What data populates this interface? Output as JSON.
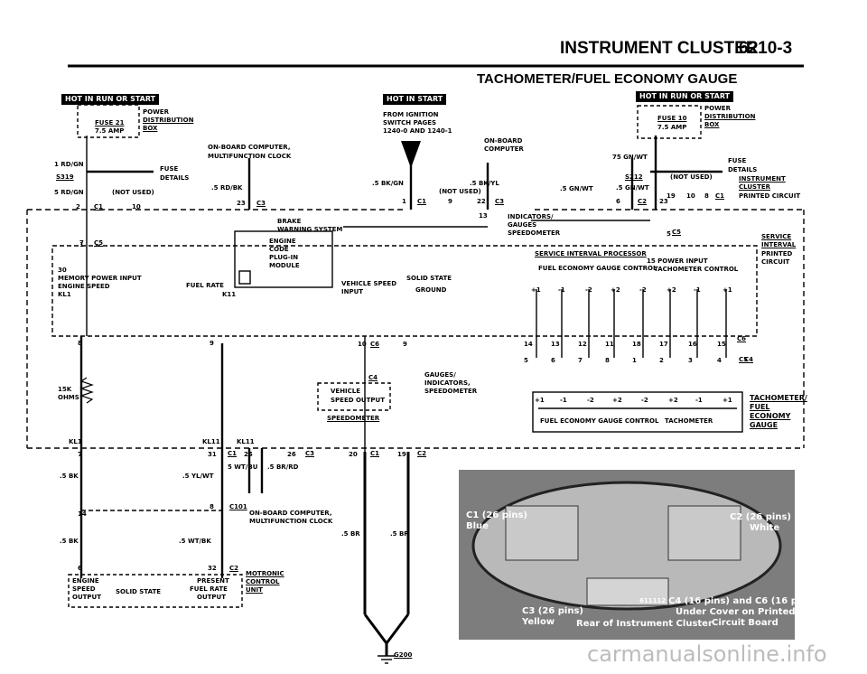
{
  "header": {
    "title": "INSTRUMENT CLUSTER",
    "page": "6210-3"
  },
  "section_title": "TACHOMETER/FUEL ECONOMY GAUGE",
  "hot_labels": [
    "HOT IN RUN OR START",
    "HOT IN START",
    "HOT IN RUN OR START"
  ],
  "left_fuse": {
    "fuse": "FUSE 21",
    "amp": "7.5 AMP",
    "box_1": "POWER",
    "box_2": "DISTRIBUTION",
    "box_3": "BOX"
  },
  "right_fuse": {
    "fuse": "FUSE 10",
    "amp": "7.5 AMP",
    "box_1": "POWER",
    "box_2": "DISTRIBUTION",
    "box_3": "BOX"
  },
  "from_ignition": {
    "line_1": "FROM IGNITION",
    "line_2": "SWITCH PAGES",
    "line_3": "1240-0 AND 1240-1"
  },
  "onboard_mfc": {
    "line_1": "ON-BOARD COMPUTER,",
    "line_2": "MULTIFUNCTION CLOCK"
  },
  "onboard_computer": {
    "line_1": "ON-BOARD",
    "line_2": "COMPUTER"
  },
  "fuse_details_left": {
    "line_1": "FUSE",
    "line_2": "DETAILS"
  },
  "fuse_details_right": {
    "line_1": "FUSE",
    "line_2": "DETAILS"
  },
  "wires": {
    "rdgn_1": "1 RD/GN",
    "s319": "S319",
    "rdgn_5": "5 RD/GN",
    "not_used_1": "(NOT USED)",
    "rdbk": ".5 RD/BK",
    "bkgn": ".5 BK/GN",
    "bkyl": ".5 BK/YL",
    "not_used_2": "(NOT USED)",
    "gnwt_75": "75 GN/WT",
    "s212": "S212",
    "not_used_3": "(NOT USED)",
    "gnwt_5a": ".5 GN/WT",
    "gnwt_5b": ".5 GN/WT",
    "ohms_1": "15K",
    "ohms_2": "OHMS",
    "bk_1": ".5 BK",
    "ylwt": ".5 YL/WT",
    "wtbu": "5 WT/BU",
    "brrd": ".5 BR/RD",
    "bk_2": ".5 BK",
    "wtbk": ".5 WT/BK",
    "br_1": ".5 BR",
    "br_2": ".5 BR"
  },
  "connectors": {
    "c1_a": "C1",
    "c3_a": "C3",
    "c1_b": "C1",
    "c3_b": "C3",
    "c2_a": "C2",
    "c1_c": "C1",
    "c5_a": "C5",
    "c5_b": "C5",
    "c6_a": "C6",
    "c6_b": "C6",
    "c5_c": "C5",
    "c4_a": "C4",
    "c4_b": "C4",
    "c3_c": "C3",
    "c1_d": "C1",
    "c1_e": "C1",
    "c2_b": "C2",
    "c2_c": "C2",
    "c101": "C101",
    "g200": "G200"
  },
  "pins_top": [
    "2",
    "10",
    "23",
    "1",
    "9",
    "22",
    "6",
    "23",
    "19",
    "10",
    "8",
    "13",
    "1",
    "5",
    "7"
  ],
  "pins_mid": [
    "8",
    "9",
    "10",
    "9",
    "14",
    "13",
    "12",
    "11",
    "18",
    "17",
    "16",
    "15"
  ],
  "pins_low": [
    "5",
    "6",
    "7",
    "8",
    "1",
    "2",
    "3",
    "4"
  ],
  "pins_bottom": [
    "KL1",
    "KL11",
    "KL11",
    "7",
    "31",
    "25",
    "26",
    "20",
    "19",
    "8",
    "32",
    "6",
    "14"
  ],
  "brake_warning": {
    "line_1": "BRAKE",
    "line_2": "WARNING SYSTEM"
  },
  "indicators": {
    "line_1": "INDICATORS/",
    "line_2": "GAUGES",
    "line_3": "SPEEDOMETER"
  },
  "ecm": {
    "line_1": "ENGINE",
    "line_2": "CODE",
    "line_3": "PLUG-IN",
    "line_4": "MODULE"
  },
  "memory": {
    "line_1": "30",
    "line_2": "MEMORY POWER INPUT",
    "line_3": "ENGINE SPEED",
    "line_4": "KL1"
  },
  "fuel_rate": {
    "line_1": "FUEL RATE",
    "line_2": "K11"
  },
  "vehicle_speed": {
    "line_1": "VEHICLE SPEED",
    "line_2": "INPUT"
  },
  "solid_state_1": {
    "line_1": "SOLID STATE",
    "line_2": "GROUND"
  },
  "service_processor": "SERVICE INTERVAL PROCESSOR",
  "fuel_eco_ctrl_1": "FUEL ECONOMY GAUGE CONTROL",
  "power_input": "15 POWER INPUT",
  "tach_ctrl_1": "TACHOMETER CONTROL",
  "signs_1": [
    "+1",
    "-1",
    "-2",
    "+2",
    "-2",
    "+2",
    "-1",
    "+1"
  ],
  "service_interval_link": {
    "line_1": "SERVICE",
    "line_2": "INTERVAL",
    "line_3": "PRINTED",
    "line_4": "CIRCUIT"
  },
  "instrument_cluster_link": {
    "line_1": "INSTRUMENT",
    "line_2": "CLUSTER",
    "line_3": "PRINTED CIRCUIT"
  },
  "vehicle_speed_output": {
    "line_1": "VEHICLE",
    "line_2": "SPEED OUTPUT"
  },
  "speedometer": "SPEEDOMETER",
  "gauges_indicators": {
    "line_1": "GAUGES/",
    "line_2": "INDICATORS,",
    "line_3": "SPEEDOMETER"
  },
  "signs_2": [
    "+1",
    "-1",
    "-2",
    "+2",
    "-2",
    "+2",
    "-1",
    "+1"
  ],
  "fuel_eco_ctrl_2": "FUEL ECONOMY GAUGE CONTROL",
  "tach_2": "TACHOMETER",
  "tach_fuel_link": {
    "line_1": "TACHOMETER/",
    "line_2": "FUEL",
    "line_3": "ECONOMY",
    "line_4": "GAUGE"
  },
  "onboard_mfc_2": {
    "line_1": "ON-BOARD COMPUTER,",
    "line_2": "MULTIFUNCTION CLOCK"
  },
  "motronic": {
    "line_1": "MOTRONIC",
    "line_2": "CONTROL",
    "line_3": "UNIT"
  },
  "bottom_box": {
    "line_1": "ENGINE",
    "line_2": "SPEED",
    "line_3": "OUTPUT",
    "solid": "SOLID STATE",
    "r_1": "PRESENT",
    "r_2": "FUEL RATE",
    "r_3": "OUTPUT"
  },
  "photo": {
    "c1": "C1 (26 pins)",
    "c1_color": "Blue",
    "c2": "C2 (26 pins)",
    "c2_color": "White",
    "c3": "C3 (26 pins)",
    "c3_color": "Yellow",
    "c4c6": "C4 (16 pins) and C6 (16 pins)",
    "cover_1": "Under Cover on Printed",
    "cover_2": "Circuit Board",
    "rear": "Rear of Instrument Cluster",
    "code": "611112"
  },
  "watermark": "carmanualsonline.info"
}
